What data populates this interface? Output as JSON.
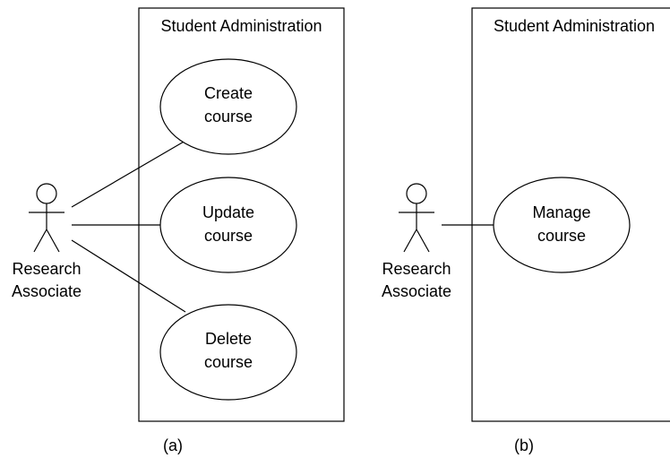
{
  "diagram_a": {
    "system_title": "Student Administration",
    "actor_line1": "Research",
    "actor_line2": "Associate",
    "usecases": [
      {
        "line1": "Create",
        "line2": "course"
      },
      {
        "line1": "Update",
        "line2": "course"
      },
      {
        "line1": "Delete",
        "line2": "course"
      }
    ],
    "caption": "(a)"
  },
  "diagram_b": {
    "system_title": "Student Administration",
    "actor_line1": "Research",
    "actor_line2": "Associate",
    "usecase": {
      "line1": "Manage",
      "line2": "course"
    },
    "caption": "(b)"
  }
}
